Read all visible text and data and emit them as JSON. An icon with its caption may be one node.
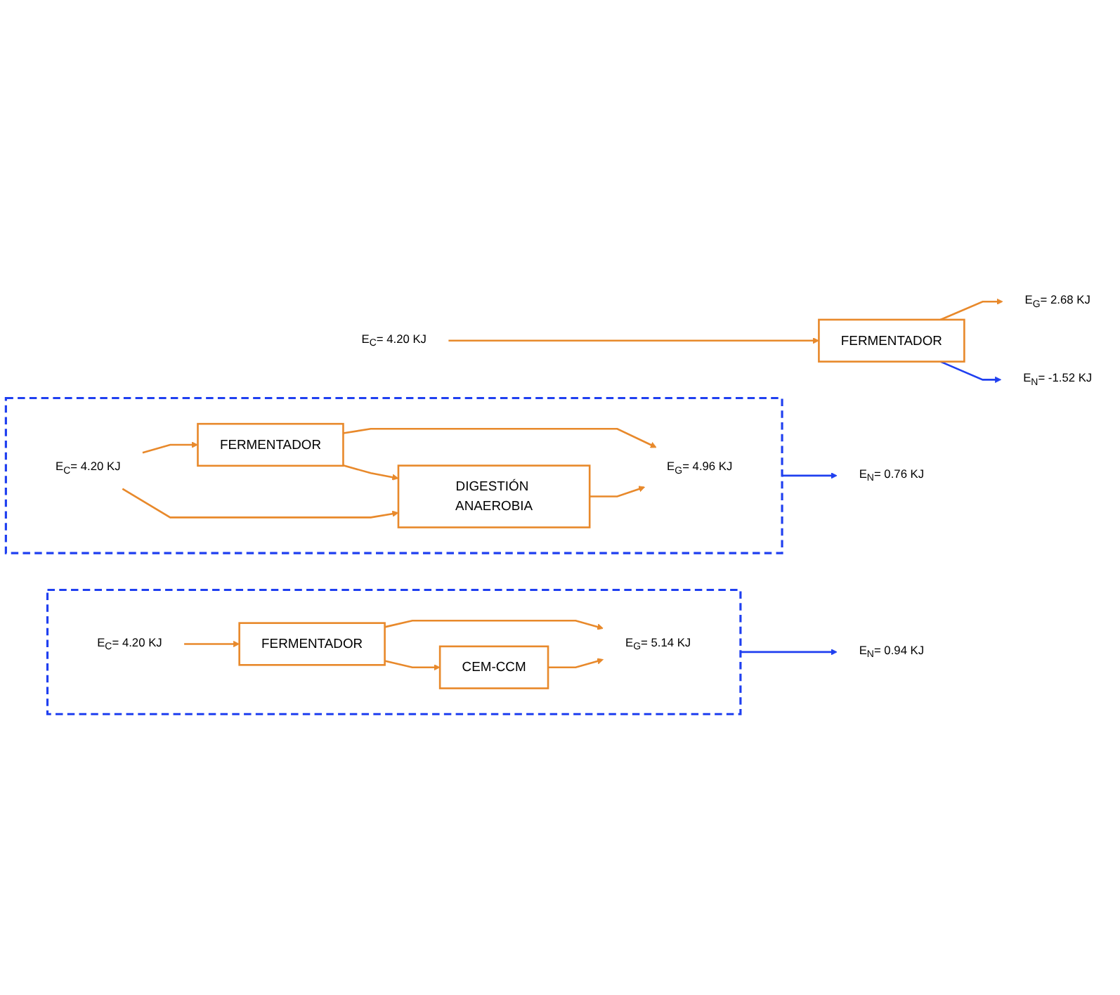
{
  "diagram": {
    "nodes": [
      {
        "text": [
          "FERMENTADOR"
        ]
      },
      {
        "text": [
          "E$_{G}$= 2.68 KJ"
        ]
      },
      {
        "text": [
          "E$_{N}$= -1.52 KJ"
        ]
      },
      {
        "text": [
          "E$_{C}$= 4.20 KJ"
        ]
      },
      {
        "text": [],
        "shape": "box"
      },
      {
        "text": [
          "FERMENTADOR"
        ],
        "in": 4
      },
      {
        "text": [
          "DIGESTIÓN ANAEROBIA"
        ],
        "in": 4
      },
      {
        "text": [
          "E$_{G}$= 4.96 KJ"
        ],
        "in": 4
      },
      {
        "text": [
          "E$_{C}$= 4.20 KJ"
        ],
        "in": 4
      },
      {
        "text": [
          "E$_{N}$= 0.76 KJ"
        ]
      },
      {
        "text": [],
        "shape": "box"
      },
      {
        "text": [
          "FERMENTADOR"
        ],
        "in": 10
      },
      {
        "text": [
          "CEM-CCM"
        ],
        "in": 10
      },
      {
        "text": [
          "E$_{G}$= 5.14 KJ"
        ],
        "in": 10
      },
      {
        "text": [
          "E$_{C}$= 4.20 KJ"
        ],
        "in": 10
      },
      {
        "text": [
          "E$_{N}$= 0.94 KJ"
        ]
      }
    ],
    "edges": [
      {
        "from": 0,
        "to": 1,
        "arrow": "to"
      },
      {
        "from": 3,
        "to": 0,
        "arrow": "to"
      },
      {
        "from": 0,
        "to": 2,
        "arrow": "to",
        "color": "#1f3ff0"
      },
      {
        "from": 5,
        "to": 6,
        "arrow": "to"
      },
      {
        "from": 5,
        "to": 7,
        "arrow": "to"
      },
      {
        "from": 6,
        "to": 7,
        "arrow": "to"
      },
      {
        "from": 8,
        "to": 5,
        "arrow": "to"
      },
      {
        "from": 8,
        "to": 6,
        "arrow": "to"
      },
      {
        "from": 4,
        "to": 9,
        "arrow": "to",
        "color": "#1f3ff0"
      },
      {
        "from": 11,
        "to": 12,
        "arrow": "to"
      },
      {
        "from": 11,
        "to": 13,
        "arrow": "to"
      },
      {
        "from": 12,
        "to": 13,
        "arrow": "to"
      },
      {
        "from": 14,
        "to": 11,
        "arrow": "to"
      },
      {
        "from": 10,
        "to": 15,
        "arrow": "to",
        "color": "#1f3ff0"
      }
    ]
  }
}
